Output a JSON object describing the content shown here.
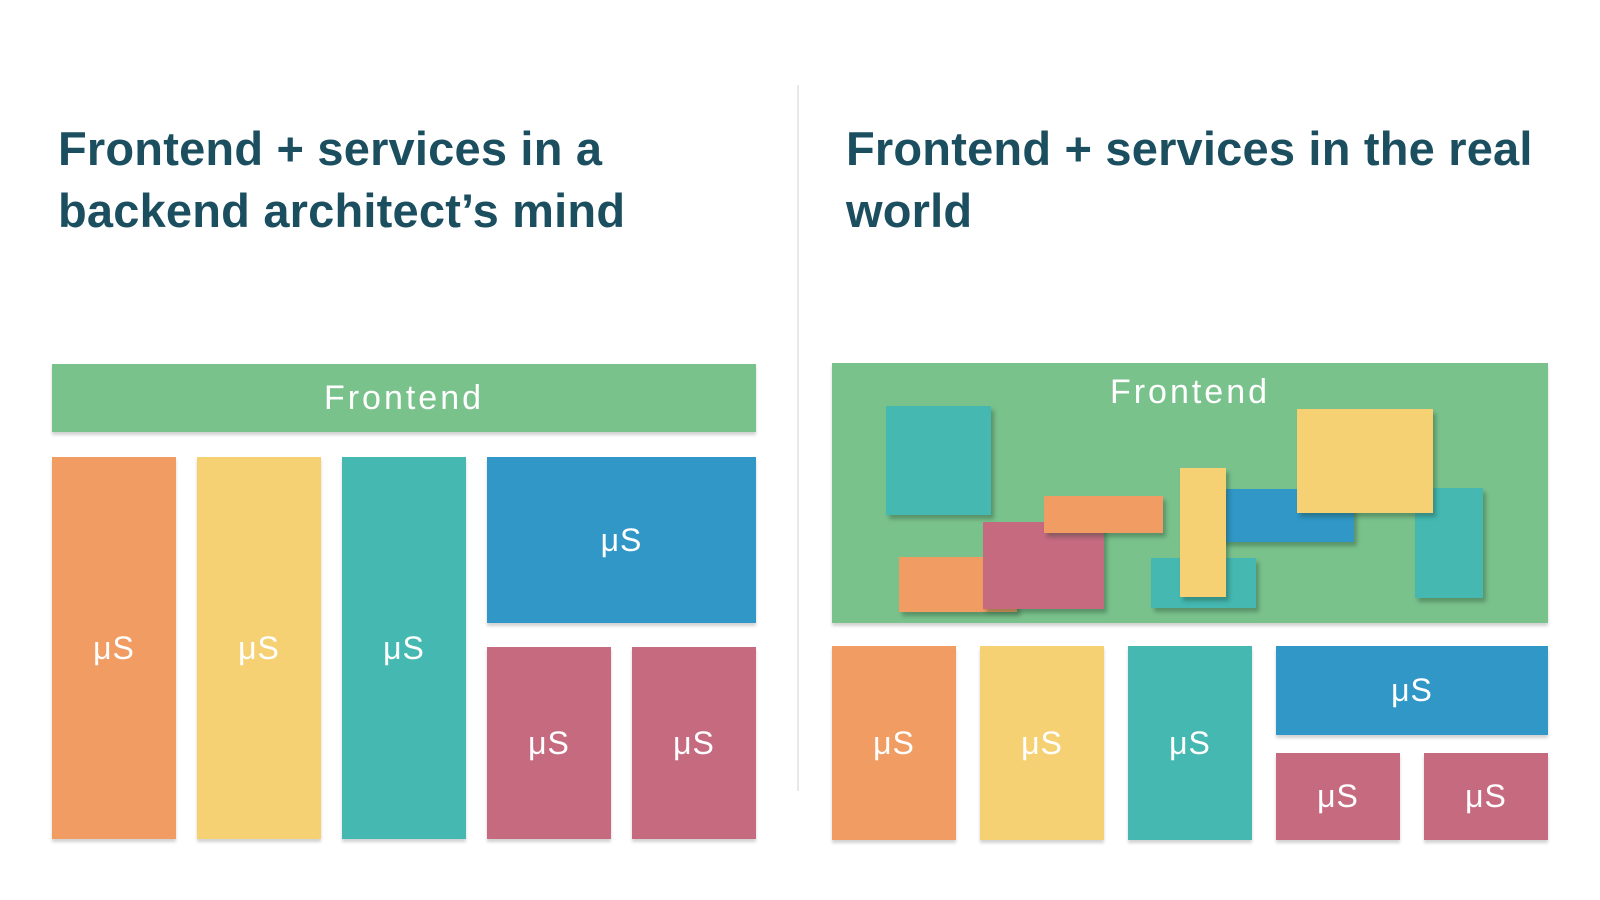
{
  "titles": {
    "left": {
      "lines": [
        "Frontend + services in a",
        "backend architect’s mind"
      ]
    },
    "right": {
      "lines": [
        "Frontend + services in the real",
        "world"
      ]
    }
  },
  "labels": {
    "frontend": "Frontend",
    "service": "μS"
  },
  "palette": {
    "heading": "#1B4E5F",
    "divider": "#E8E8E8",
    "green": "#7AC28C",
    "orange": "#F09C62",
    "yellow": "#F6D173",
    "teal": "#45B8B2",
    "blue": "#3097C7",
    "pink": "#C66A80",
    "label_text": "#FFFFFF"
  },
  "real_world_frontend_scattered_blocks": [
    "teal",
    "orange",
    "pink",
    "orange",
    "teal",
    "blue",
    "yellow",
    "yellow",
    "teal"
  ]
}
